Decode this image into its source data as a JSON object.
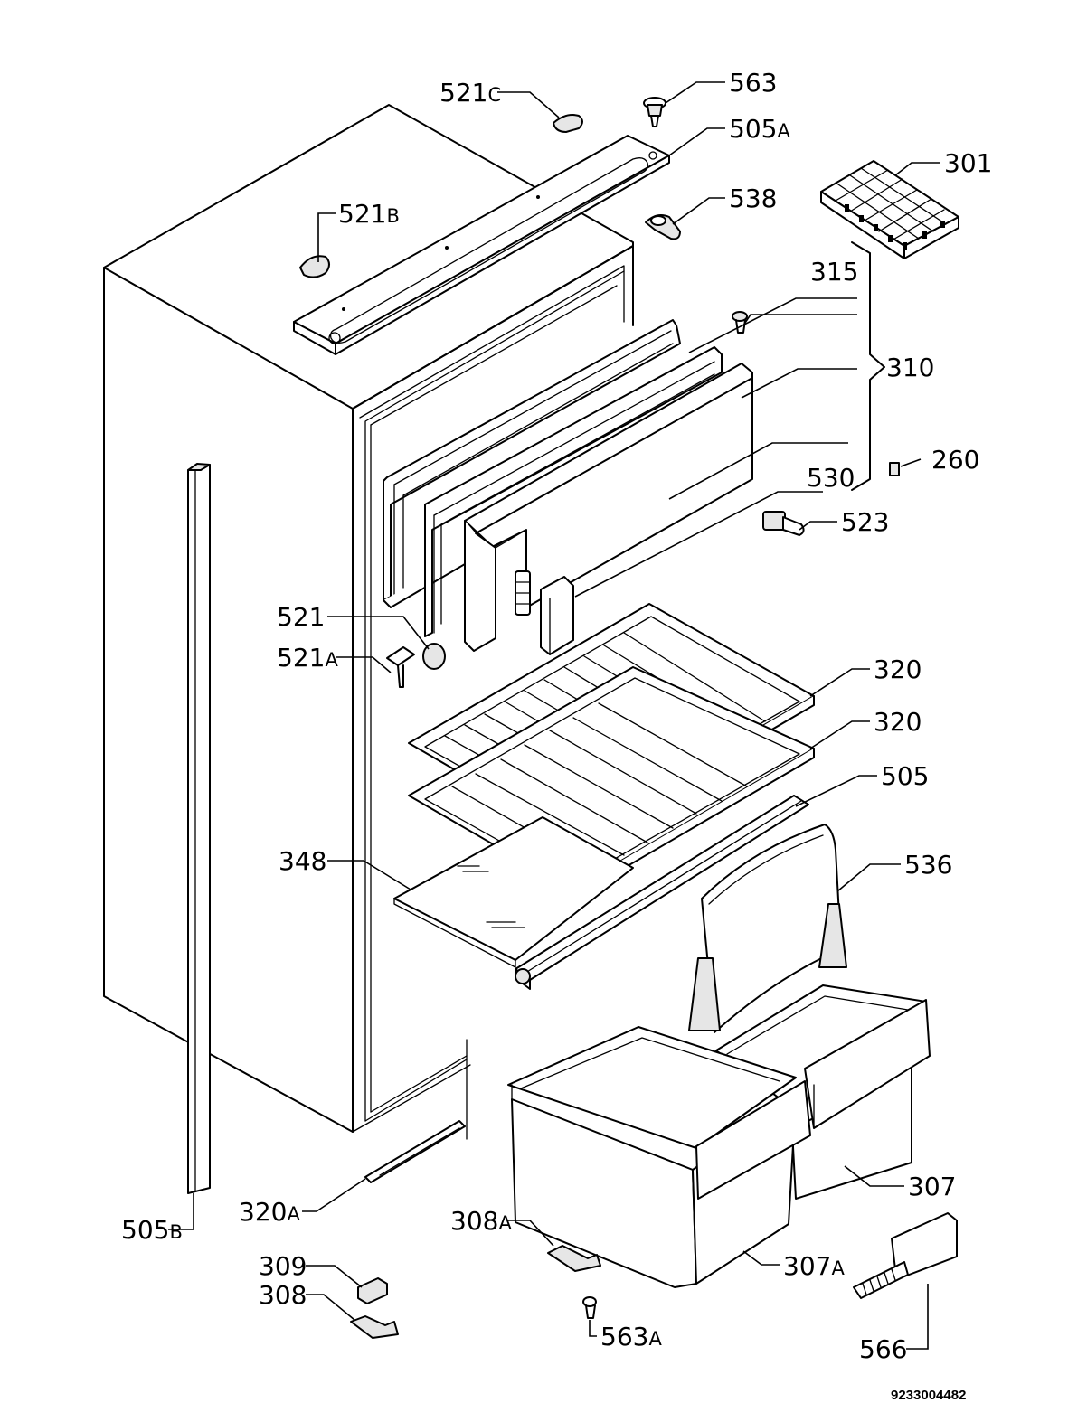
{
  "labels": {
    "l521c": {
      "num": "521",
      "sfx": "C"
    },
    "l563": {
      "num": "563",
      "sfx": ""
    },
    "l505a": {
      "num": "505",
      "sfx": "A"
    },
    "l301": {
      "num": "301",
      "sfx": ""
    },
    "l521b": {
      "num": "521",
      "sfx": "B"
    },
    "l538": {
      "num": "538",
      "sfx": ""
    },
    "l315": {
      "num": "315",
      "sfx": ""
    },
    "l310": {
      "num": "310",
      "sfx": ""
    },
    "l260": {
      "num": "260",
      "sfx": ""
    },
    "l530": {
      "num": "530",
      "sfx": ""
    },
    "l523": {
      "num": "523",
      "sfx": ""
    },
    "l521": {
      "num": "521",
      "sfx": ""
    },
    "l521a": {
      "num": "521",
      "sfx": "A"
    },
    "l320_1": {
      "num": "320",
      "sfx": ""
    },
    "l320_2": {
      "num": "320",
      "sfx": ""
    },
    "l505": {
      "num": "505",
      "sfx": ""
    },
    "l348": {
      "num": "348",
      "sfx": ""
    },
    "l536": {
      "num": "536",
      "sfx": ""
    },
    "l307": {
      "num": "307",
      "sfx": ""
    },
    "l320a": {
      "num": "320",
      "sfx": "A"
    },
    "l505b": {
      "num": "505",
      "sfx": "B"
    },
    "l308a": {
      "num": "308",
      "sfx": "A"
    },
    "l307a": {
      "num": "307",
      "sfx": "A"
    },
    "l309": {
      "num": "309",
      "sfx": ""
    },
    "l308": {
      "num": "308",
      "sfx": ""
    },
    "l563a": {
      "num": "563",
      "sfx": "A"
    },
    "l566": {
      "num": "566",
      "sfx": ""
    }
  },
  "drawing_id": "9233004482"
}
